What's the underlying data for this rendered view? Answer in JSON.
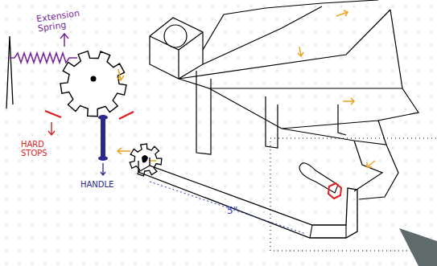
{
  "diagram": {
    "labels": [
      "Extension Spring",
      "HARD STOPS",
      "HANDLE",
      "5\""
    ]
  }
}
